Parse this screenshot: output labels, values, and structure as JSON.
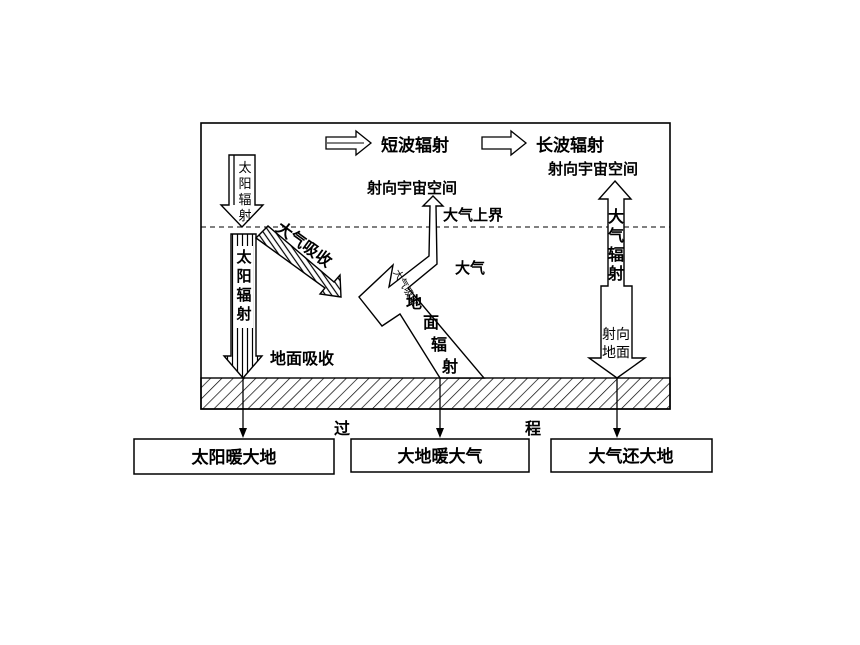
{
  "legend": {
    "short_wave": "短波辐射",
    "long_wave": "长波辐射"
  },
  "left": {
    "solar_top": [
      "太",
      "阳",
      "辐",
      "射"
    ],
    "atm_absorb": "大气吸收",
    "solar_bottom": [
      "太",
      "阳",
      "辐",
      "射"
    ],
    "ground_absorb": "地面吸收"
  },
  "middle": {
    "to_space": "射向宇宙空间",
    "upper_boundary": "大气上界",
    "atmosphere": "大气",
    "atm_absorb_small": "大气吸收",
    "ground_radiation": [
      "地",
      "面",
      "辐",
      "射"
    ]
  },
  "right": {
    "to_space": "射向宇宙空间",
    "atm_radiation": [
      "大",
      "气",
      "辐",
      "射"
    ],
    "to_ground_1": "射向",
    "to_ground_2": "地面"
  },
  "process": {
    "word_1": "过",
    "word_2": "程"
  },
  "boxes": [
    "太阳暖大地",
    "大地暖大气",
    "大气还大地"
  ]
}
